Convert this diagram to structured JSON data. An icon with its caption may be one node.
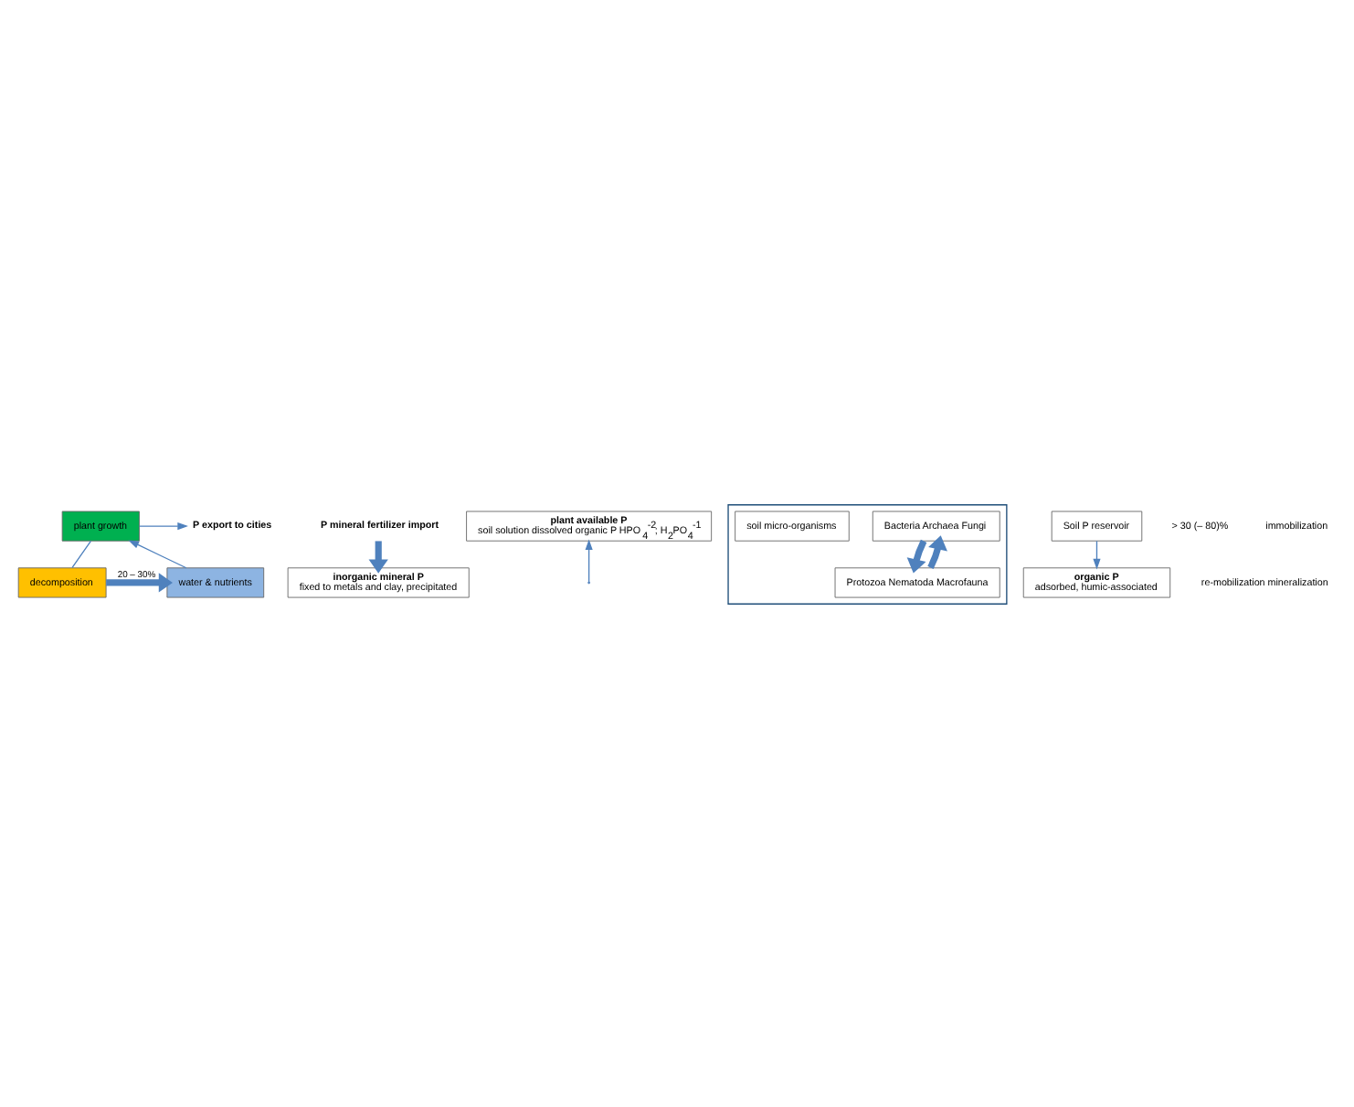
{
  "diagram": {
    "nodes": [
      {
        "text": [
          "P export to cities"
        ]
      },
      {
        "text": [
          "P mineral fertilizer import"
        ]
      },
      {
        "text": [
          "plant growth"
        ]
      },
      {
        "text": [
          "water & nutrients"
        ]
      },
      {
        "text": [
          "decomposition"
        ]
      },
      {
        "text": [
          "plant available P",
          "soil solution dissolved organic P HPO$_{4}$$^{-2}$; H$_{2}$PO$_{4}$$^{-1}$"
        ]
      },
      {
        "text": [],
        "shape": "box"
      },
      {
        "text": [
          "Bacteria Archaea Fungi"
        ],
        "in": 6
      },
      {
        "text": [
          "soil micro-organisms"
        ],
        "in": 6
      },
      {
        "text": [
          "Protozoa Nematoda Macrofauna"
        ],
        "in": 6
      },
      {
        "text": [
          "Soil P reservoir"
        ]
      },
      {
        "text": [
          "organic P",
          "adsorbed, humic-associated"
        ]
      },
      {
        "text": [
          "inorganic mineral P",
          "fixed to metals and clay, precipitated"
        ]
      }
    ],
    "edges": [
      {
        "from": 2,
        "to": 0,
        "arrow": "to"
      },
      {
        "from": 3,
        "to": 2,
        "arrow": "to"
      },
      {
        "from": 2,
        "to": 4,
        "arrow": "none"
      },
      {
        "from": 1,
        "to": 12,
        "arrow": "to",
        "style": "thick"
      },
      {
        "from": 4,
        "to": 3,
        "arrow": "to",
        "style": "thick",
        "label": "20 – 30%"
      },
      {
        "from": 10,
        "to": 11,
        "arrow": "to"
      },
      {
        "from": null,
        "to": 5,
        "arrow": "to"
      },
      {
        "from": 9,
        "to": 7,
        "arrow": "to",
        "style": "thick"
      },
      {
        "from": 7,
        "to": 9,
        "arrow": "to",
        "style": "thick"
      }
    ],
    "labels": [
      "> 30 (– 80)%",
      "immobilization",
      "re-mobilization mineralization"
    ]
  }
}
